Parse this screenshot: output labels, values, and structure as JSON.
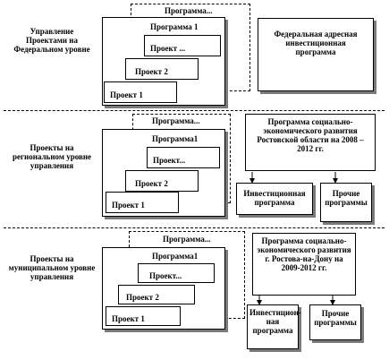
{
  "levels": {
    "federal": {
      "label": "Управление Проектами на Федеральном уровне",
      "program_outer": "Программа...",
      "program_inner": "Программа 1",
      "projects": [
        "Проект ...",
        "Проект 2",
        "Проект 1"
      ],
      "side_box": "Федеральная адресная инвестиционная программа"
    },
    "regional": {
      "label": "Проекты на региональном уровне управления",
      "program_outer": "Программа...",
      "program_inner": "Программа1",
      "projects": [
        "Проект...",
        "Проект 2",
        "Проект 1"
      ],
      "main_program": "Программа социально-экономического развития Ростовской области на 2008 – 2012 гг.",
      "sub_programs": [
        "Инвестиционная программа",
        "Прочие программы"
      ]
    },
    "municipal": {
      "label": "Проекты на муниципальном уровне управления",
      "program_outer": "Программа...",
      "program_inner": "Программа1",
      "projects": [
        "Проект...",
        "Проект 2",
        "Проект 1"
      ],
      "main_program": "Программа социально-экономического развития г. Ростова-на-Дону на 2009-2012 гг.",
      "sub_programs": [
        "Инвестицион-ная программа",
        "Прочие программы"
      ]
    }
  }
}
